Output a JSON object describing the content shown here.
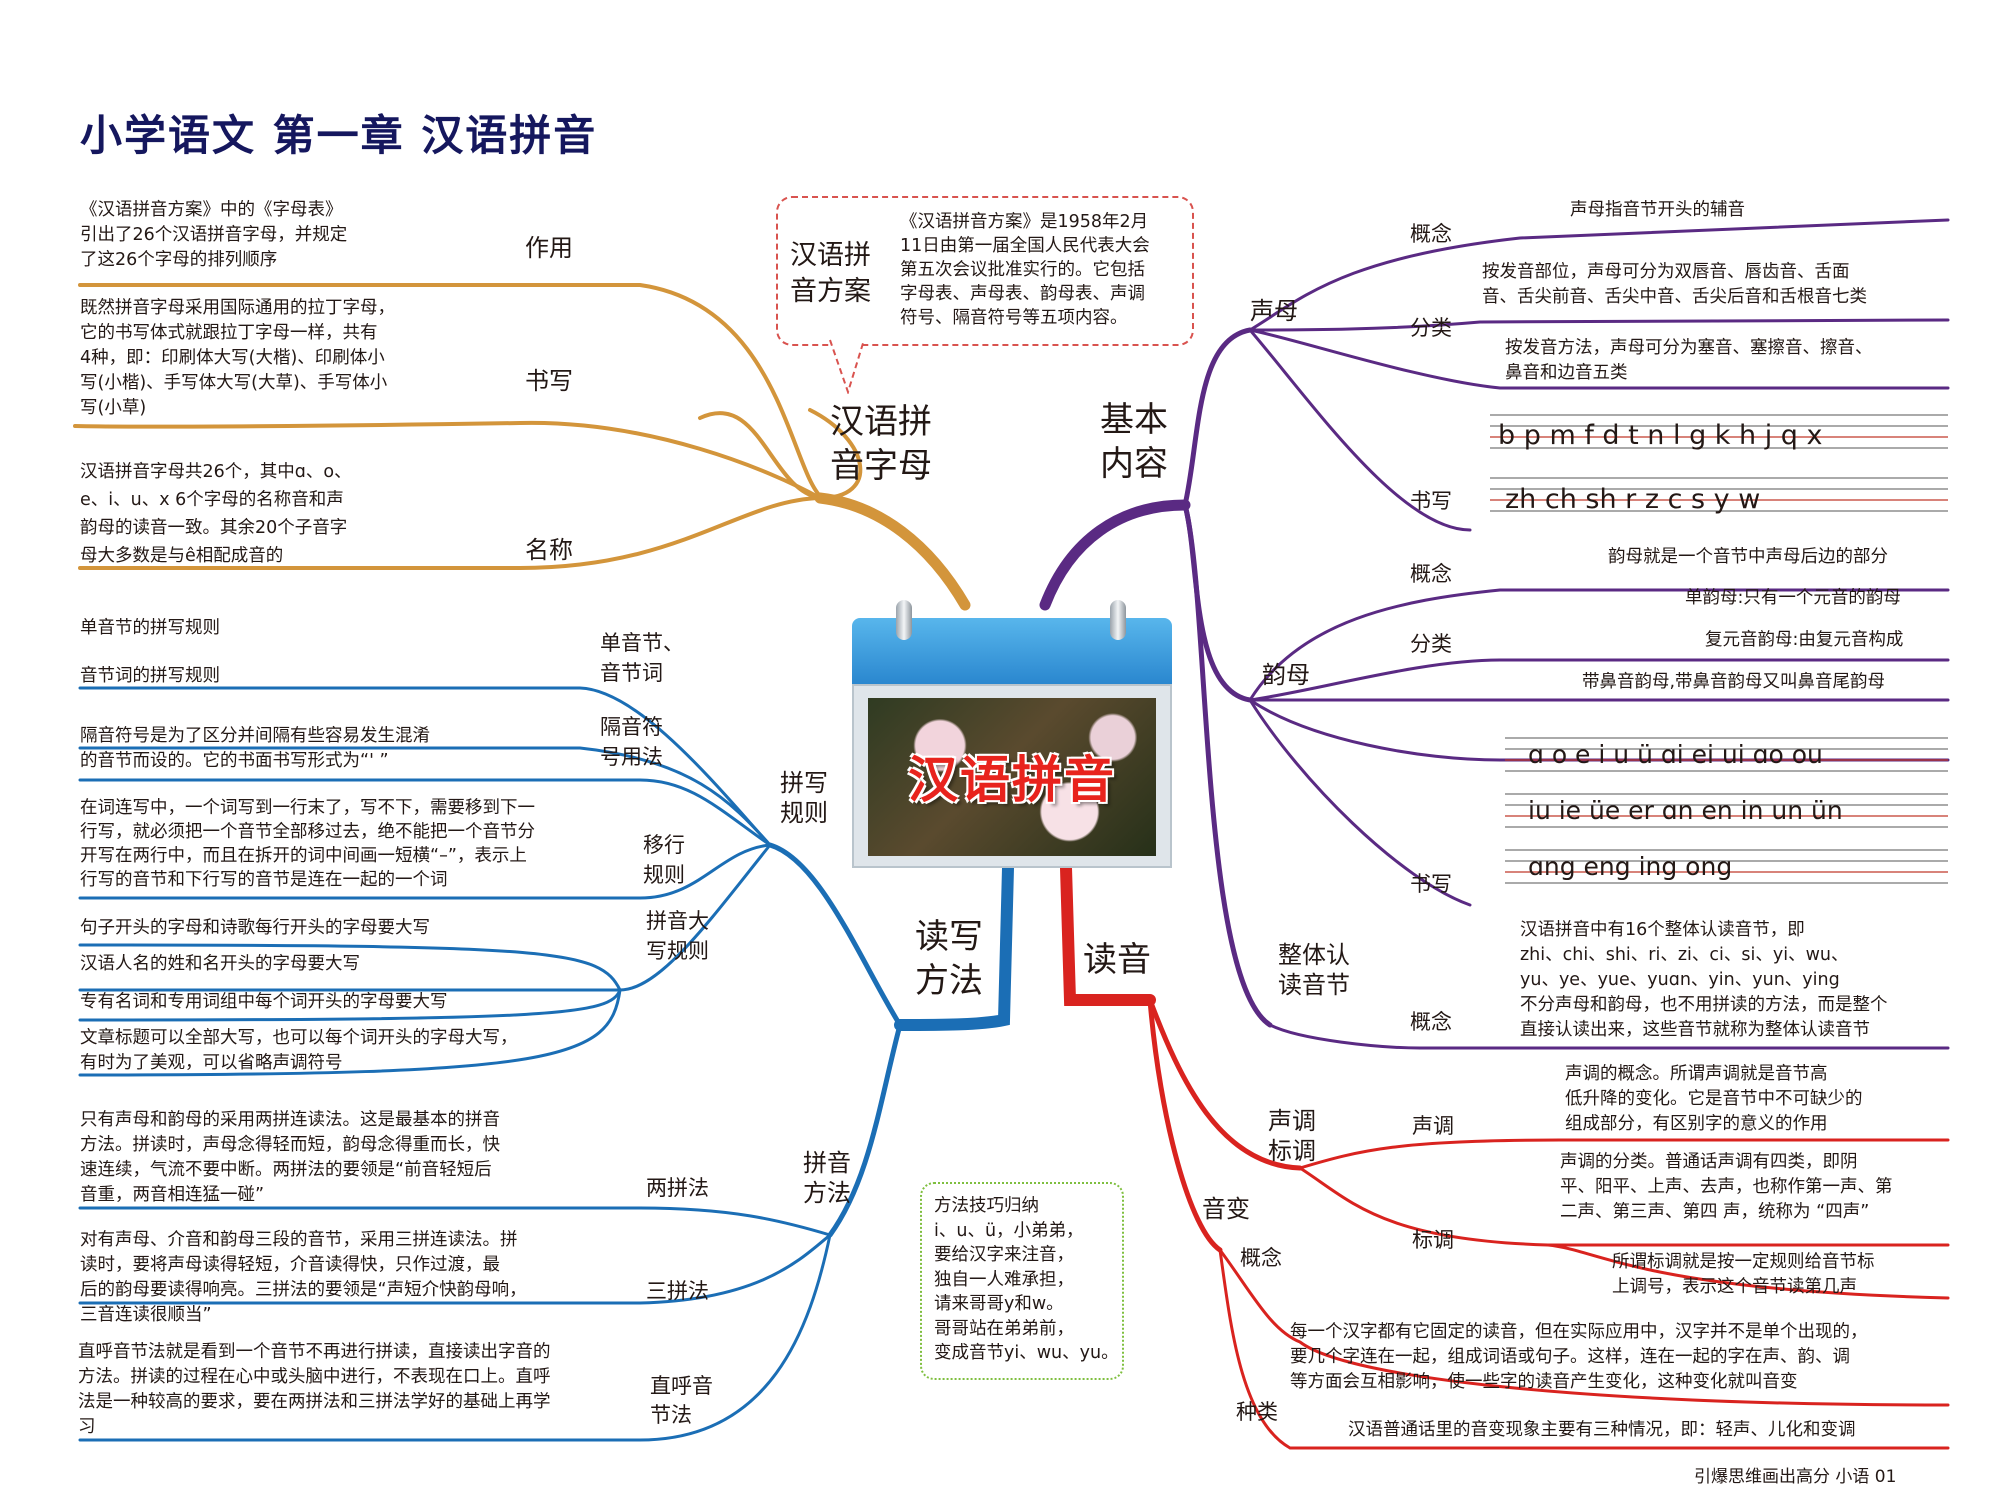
{
  "title": "小学语文  第一章  汉语拼音",
  "center": {
    "label": "汉语拼音"
  },
  "callout": {
    "heading": "汉语拼\n音方案",
    "text": "《汉语拼音方案》是1958年2月\n11日由第一届全国人民代表大会\n第五次会议批准实行的。它包括\n字母表、声母表、韵母表、声调\n符号、隔音符号等五项内容。"
  },
  "alphabet": {
    "label": "汉语拼\n音字母",
    "zuoyong": {
      "label": "作用",
      "text": "《汉语拼音方案》中的《字母表》\n引出了26个汉语拼音字母，并规定\n了这26个字母的排列顺序"
    },
    "shuxie": {
      "label": "书写",
      "text": "既然拼音字母采用国际通用的拉丁字母，\n它的书写体式就跟拉丁字母一样，共有\n4种，即：印刷体大写(大楷)、印刷体小\n写(小楷)、手写体大写(大草)、手写体小\n写(小草)"
    },
    "mingcheng": {
      "label": "名称",
      "text": "汉语拼音字母共26个，其中ɑ、o、\ne、i、u、x 6个字母的名称音和声\n韵母的读音一致。其余20个子音字\n母大多数是与ê相配成音的"
    }
  },
  "basic": {
    "label": "基本\n内容",
    "shengmu": {
      "label": "声母",
      "gainian": {
        "label": "概念",
        "text": "声母指音节开头的辅音"
      },
      "fenlei": {
        "label": "分类",
        "text1": "按发音部位，声母可分为双唇音、唇齿音、舌面\n音、舌尖前音、舌尖中音、舌尖后音和舌根音七类",
        "text2": "按发音方法，声母可分为塞音、塞擦音、擦音、\n鼻音和边音五类"
      },
      "shuxie": {
        "label": "书写",
        "row1": "b  p  m  f  d  t  n  l  g  k  h  j  q  x",
        "row2": "zh  ch  sh   r   z   c   s  y   w"
      }
    },
    "yunmu": {
      "label": "韵母",
      "gainian": {
        "label": "概念",
        "text": "韵母就是一个音节中声母后边的部分"
      },
      "fenlei": {
        "label": "分类",
        "items": [
          "单韵母:只有一个元音的韵母",
          "复元音韵母:由复元音构成",
          "带鼻音韵母,带鼻音韵母又叫鼻音尾韵母"
        ]
      },
      "shuxie": {
        "label": "书写",
        "row1": "ɑ   o   e   i  u  ü  ɑi  ei  ui  ɑo   ou",
        "row2": "iu  ie   üe  er  ɑn   en   in  un  ün",
        "row3": "ɑng      eng   ing    ong"
      }
    },
    "zhengti": {
      "label": "整体认\n读音节",
      "gainian": {
        "label": "概念",
        "text": "汉语拼音中有16个整体认读音节，即\n    zhi、chi、shi、ri、zi、ci、si、yi、wu、\n    yu、ye、yue、yuɑn、yin、yun、ying\n不分声母和韵母，也不用拼读的方法，而是整个\n直接认读出来，这些音节就称为整体认读音节"
      }
    }
  },
  "writing": {
    "label": "读写\n方法",
    "rules": {
      "label": "拼写\n规则",
      "danyin": {
        "label": "单音节、\n音节词",
        "items": [
          "单音节的拼写规则",
          "音节词的拼写规则"
        ]
      },
      "geyin": {
        "label": "隔音符\n号用法",
        "text": "隔音符号是为了区分并间隔有些容易发生混淆\n的音节而设的。它的书面书写形式为“' ”"
      },
      "yihang": {
        "label": "移行\n规则",
        "text": "在词连写中，一个词写到一行末了，写不下，需要移到下一\n行写，就必须把一个音节全部移过去，绝不能把一个音节分\n开写在两行中，而且在拆开的词中间画一短横“–”，表示上\n行写的音节和下行写的音节是连在一起的一个词"
      },
      "daxie": {
        "label": "拼音大\n写规则",
        "items": [
          "句子开头的字母和诗歌每行开头的字母要大写",
          "汉语人名的姓和名开头的字母要大写",
          "专有名词和专用词组中每个词开头的字母要大写",
          "文章标题可以全部大写，也可以每个词开头的字母大写，\n有时为了美观，可以省略声调符号"
        ]
      }
    },
    "methods": {
      "label": "拼音\n方法",
      "liang": {
        "label": "两拼法",
        "text": "只有声母和韵母的采用两拼连读法。这是最基本的拼音\n方法。拼读时，声母念得轻而短，韵母念得重而长，快\n速连续，气流不要中断。两拼法的要领是“前音轻短后\n音重，两音相连猛一碰”"
      },
      "san": {
        "label": "三拼法",
        "text": "对有声母、介音和韵母三段的音节，采用三拼连读法。拼\n读时，要将声母读得轻短，介音读得快，只作过渡，最\n后的韵母要读得响亮。三拼法的要领是“声短介快韵母响，\n三音连读很顺当”"
      },
      "zhihu": {
        "label": "直呼音\n节法",
        "text": "直呼音节法就是看到一个音节不再进行拼读，直接读出字音的\n方法。拼读的过程在心中或头脑中进行，不表现在口上。直呼\n法是一种较高的要求，要在两拼法和三拼法学好的基础上再学\n习"
      }
    }
  },
  "tips": {
    "text": "方法技巧归纳\ni、u、ü，小弟弟，\n要给汉字来注音，\n独自一人难承担，\n请来哥哥y和w。\n哥哥站在弟弟前，\n变成音节yi、wu、yu。"
  },
  "reading": {
    "label": "读音",
    "tone": {
      "label": "声调\n标调",
      "shengdiao": {
        "label": "声调",
        "text1": "声调的概念。所谓声调就是音节高\n低升降的变化。它是音节中不可缺少的\n组成部分，有区别字的意义的作用",
        "text2": "声调的分类。普通话声调有四类，即阴\n平、阳平、上声、去声，也称作第一声、第\n二声、第三声、第四 声，统称为 “四声”"
      },
      "biaodiao": {
        "label": "标调",
        "text": "所谓标调就是按一定规则给音节标\n上调号，表示这个音节读第几声"
      }
    },
    "biandiao": {
      "label": "音变",
      "gainian": {
        "label": "概念",
        "text": "每一个汉字都有它固定的读音，但在实际应用中，汉字并不是单个出现的，\n要几个字连在一起，组成词语或句子。这样，连在一起的字在声、韵、调\n等方面会互相影响，使一些字的读音产生变化，这种变化就叫音变"
      },
      "zhonglei": {
        "label": "种类",
        "text": "汉语普通话里的音变现象主要有三种情况，即：轻声、儿化和变调"
      }
    }
  },
  "footer": "引爆思维画出高分   小语   01",
  "colors": {
    "title": "#15175e",
    "alphabet": "#d3953b",
    "basic": "#5a2a83",
    "writing": "#1b6eb5",
    "reading": "#d9231f",
    "callout": "#d9534f",
    "tips": "#7fbf3f"
  }
}
